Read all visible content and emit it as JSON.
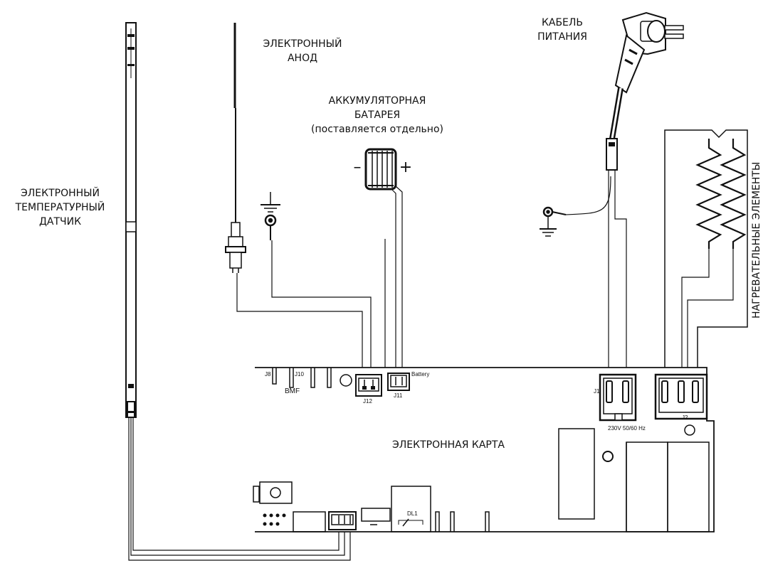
{
  "labels": {
    "anode": [
      "ЭЛЕКТРОННЫЙ",
      "АНОД"
    ],
    "power_cable": [
      "КАБЕЛЬ",
      "ПИТАНИЯ"
    ],
    "battery": [
      "АККУМУЛЯТОРНАЯ",
      "БАТАРЕЯ",
      "(поставляется  отдельно)"
    ],
    "temp_sensor": [
      "ЭЛЕКТРОННЫЙ",
      "ТЕМПЕРАТУРНЫЙ",
      "ДАТЧИК"
    ],
    "heating_elements": "НАГРЕВАТЕЛЬНЫЕ ЭЛЕМЕНТЫ",
    "board": "ЭЛЕКТРОННАЯ КАРТА",
    "battery_minus": "–",
    "battery_plus": "+"
  },
  "board_marks": {
    "j8": "J8",
    "j10": "J10",
    "bmf": "BMF",
    "j12": "J12",
    "j11": "J11",
    "battery_tag": "Battery",
    "j1": "J1",
    "j2": "J2",
    "voltage": "230V  50/60 Hz",
    "dl1": "DL1"
  }
}
